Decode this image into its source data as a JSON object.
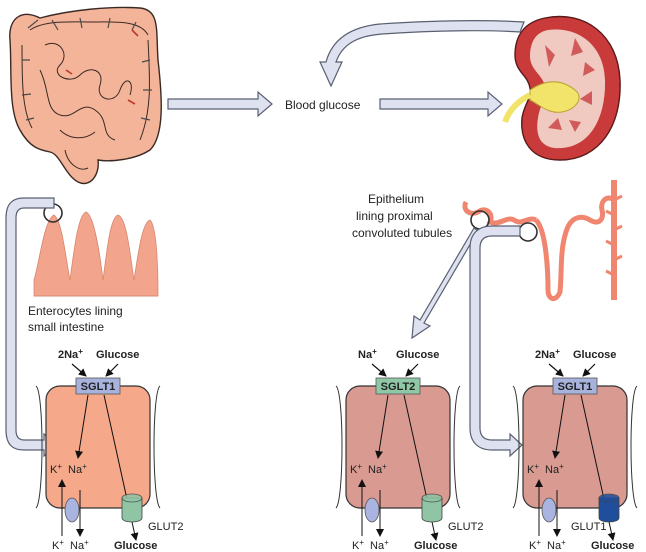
{
  "labels": {
    "blood_glucose": "Blood glucose",
    "enterocytes_line1": "Enterocytes lining",
    "enterocytes_line2": "small intestine",
    "epithelium_line1": "Epithelium",
    "epithelium_line2": "lining proximal",
    "epithelium_line3": "convoluted tubules"
  },
  "cells": [
    {
      "id": "intestine",
      "top_sodium": "2Na",
      "top_glucose": "Glucose",
      "transporter": "SGLT1",
      "k_in": "K",
      "na_in": "Na",
      "k_out": "K",
      "na_out": "Na",
      "basal_transporter": "GLUT2",
      "basal_glucose": "Glucose",
      "cell_color": "#f5a98a",
      "transporter_color": "#a7b3dc",
      "glut_color": "#8fc4a4"
    },
    {
      "id": "kidney-sglt2",
      "top_sodium": "Na",
      "top_glucose": "Glucose",
      "transporter": "SGLT2",
      "k_in": "K",
      "na_in": "Na",
      "k_out": "K",
      "na_out": "Na",
      "basal_transporter": "GLUT2",
      "basal_glucose": "Glucose",
      "cell_color": "#d99a92",
      "transporter_color": "#8fc8a6",
      "glut_color": "#8fc4a4"
    },
    {
      "id": "kidney-sglt1",
      "top_sodium": "2Na",
      "top_glucose": "Glucose",
      "transporter": "SGLT1",
      "k_in": "K",
      "na_in": "Na",
      "k_out": "K",
      "na_out": "Na",
      "basal_transporter": "GLUT1",
      "basal_glucose": "Glucose",
      "cell_color": "#d99a92",
      "transporter_color": "#a7b3dc",
      "glut_color": "#1f4e9c"
    }
  ],
  "colors": {
    "arrow_fill": "#dde1f0",
    "arrow_stroke": "#5a6070",
    "intestine": "#f4b49a",
    "villi": "#f2a48c",
    "kidney_outer": "#c93a3a",
    "kidney_inner": "#f0c9c1",
    "pelvis": "#f2e36a"
  }
}
